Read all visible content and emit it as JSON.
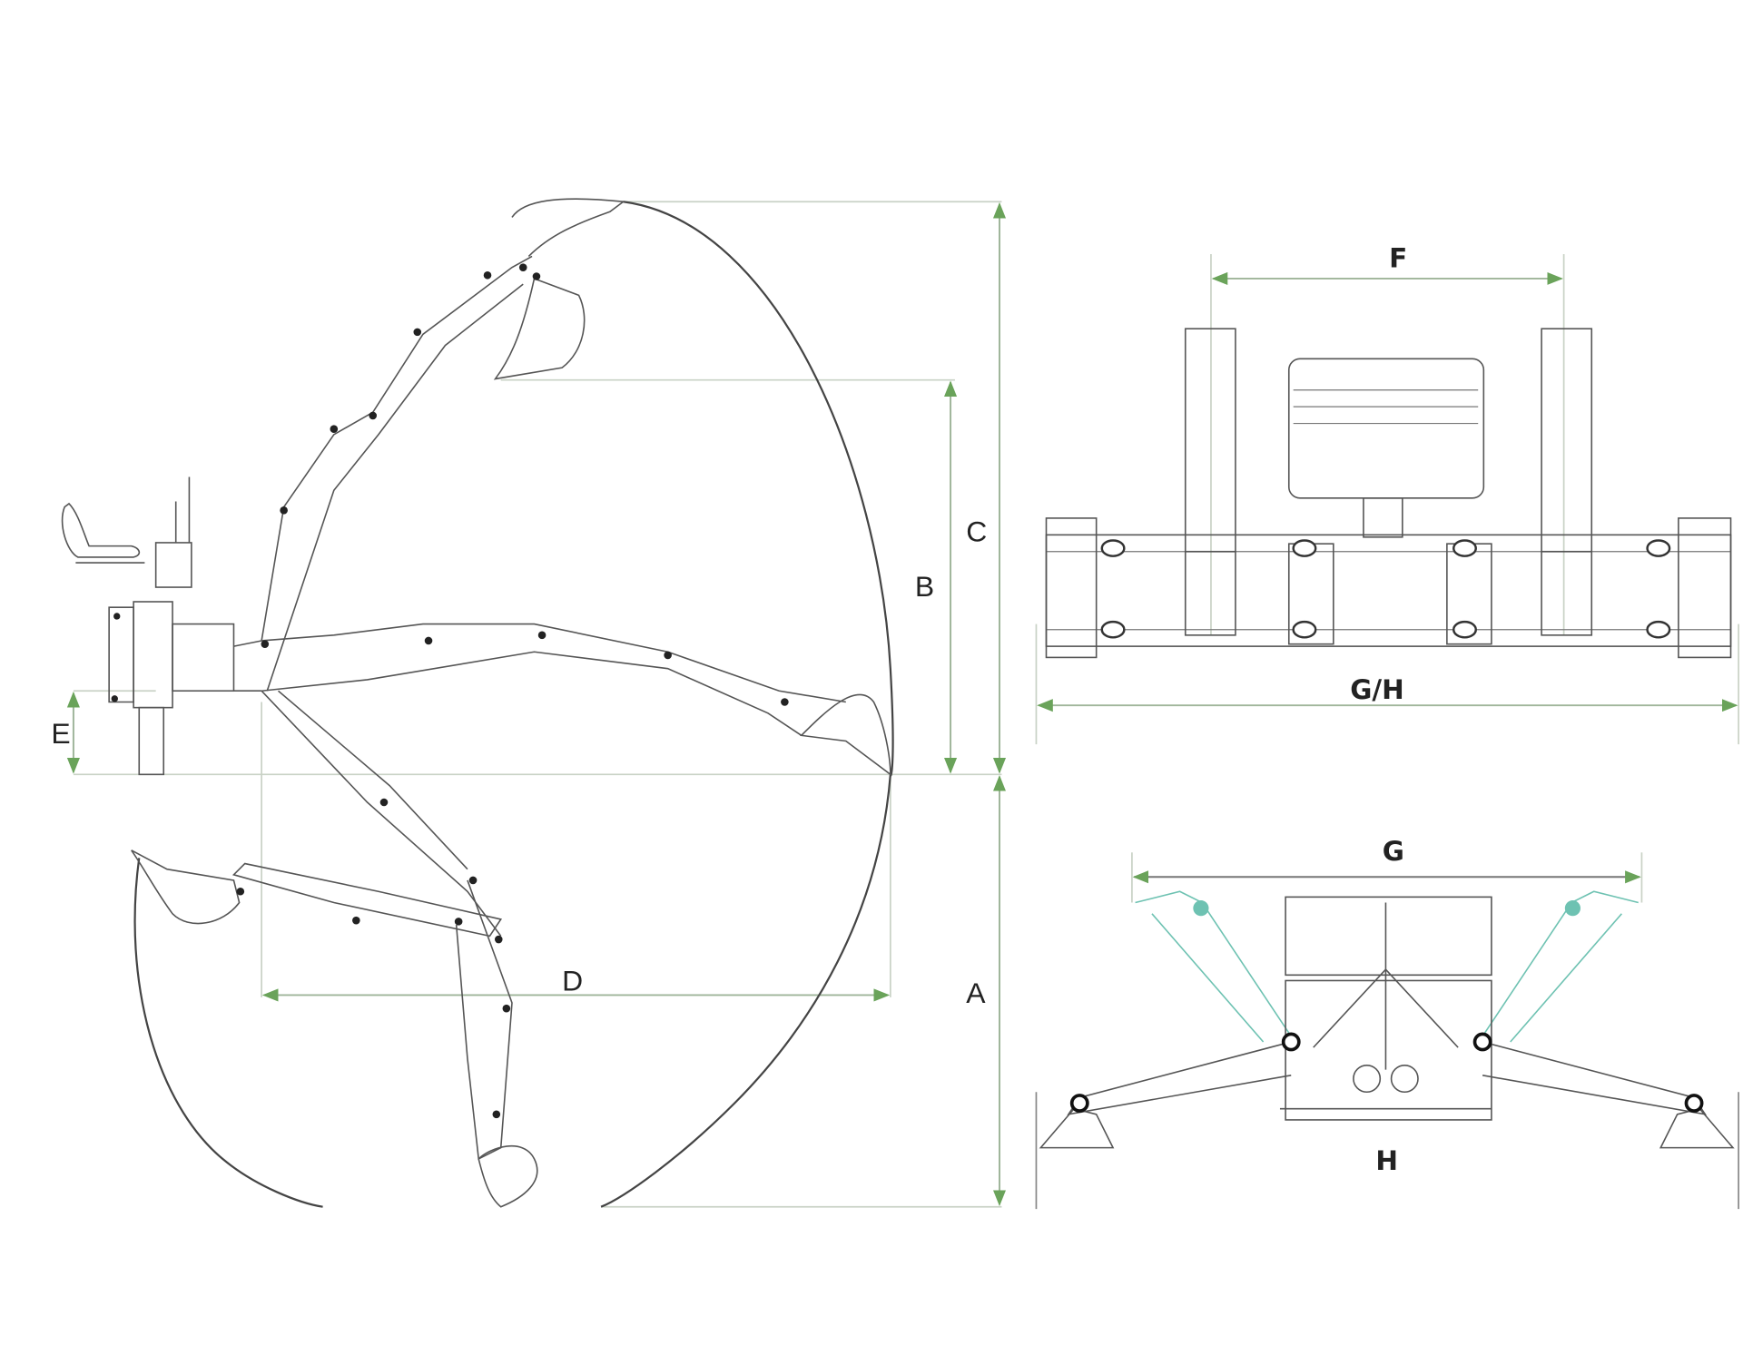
{
  "diagram": {
    "subject": "Tractor backhoe attachment dimension drawing",
    "colors": {
      "dimension_line": "#9fb59a",
      "arrowhead": "#6aa35a",
      "outline": "#555555",
      "stabilizer_raised": "#6ec2b2",
      "background": "#ffffff"
    },
    "side_view": {
      "labels": {
        "A": "A",
        "B": "B",
        "C": "C",
        "D": "D",
        "E": "E"
      }
    },
    "rear_view": {
      "labels": {
        "F": "F",
        "GH": "G/H"
      }
    },
    "stabilizer_view": {
      "labels": {
        "G": "G",
        "H": "H"
      }
    }
  }
}
